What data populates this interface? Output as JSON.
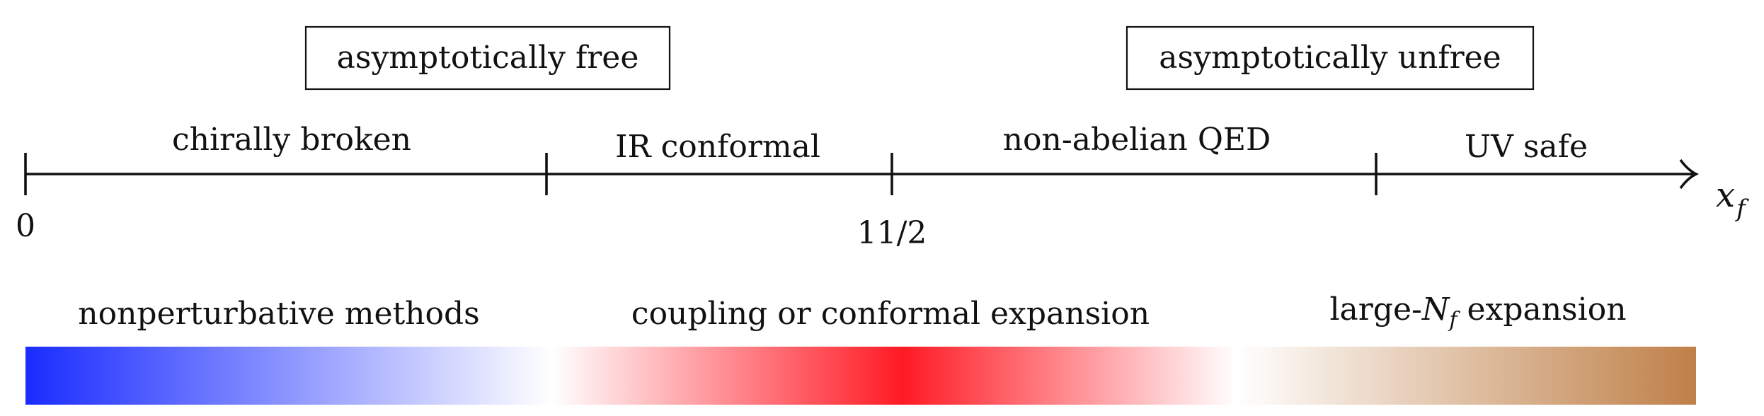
{
  "diagram": {
    "boxes": {
      "free": "asymptotically free",
      "unfree": "asymptotically unfree"
    },
    "regions": {
      "chirally_broken": "chirally broken",
      "ir_conformal": "IR conformal",
      "non_abelian_qed": "non-abelian QED",
      "uv_safe": "UV safe"
    },
    "ticks": {
      "zero": "0",
      "eleven_half": "11/2"
    },
    "axis_label": {
      "main": "x",
      "sub": "f"
    },
    "methods": {
      "nonperturbative": "nonperturbative methods",
      "coupling": "coupling or conformal expansion",
      "large_prefix": "large-",
      "large_N": "N",
      "large_sub": "f",
      "large_suffix": " expansion"
    },
    "colors": {
      "blue": "#1a2cff",
      "red": "#ff1a24",
      "brown": "#bf8048",
      "white": "#ffffff",
      "ink": "#111111"
    }
  }
}
